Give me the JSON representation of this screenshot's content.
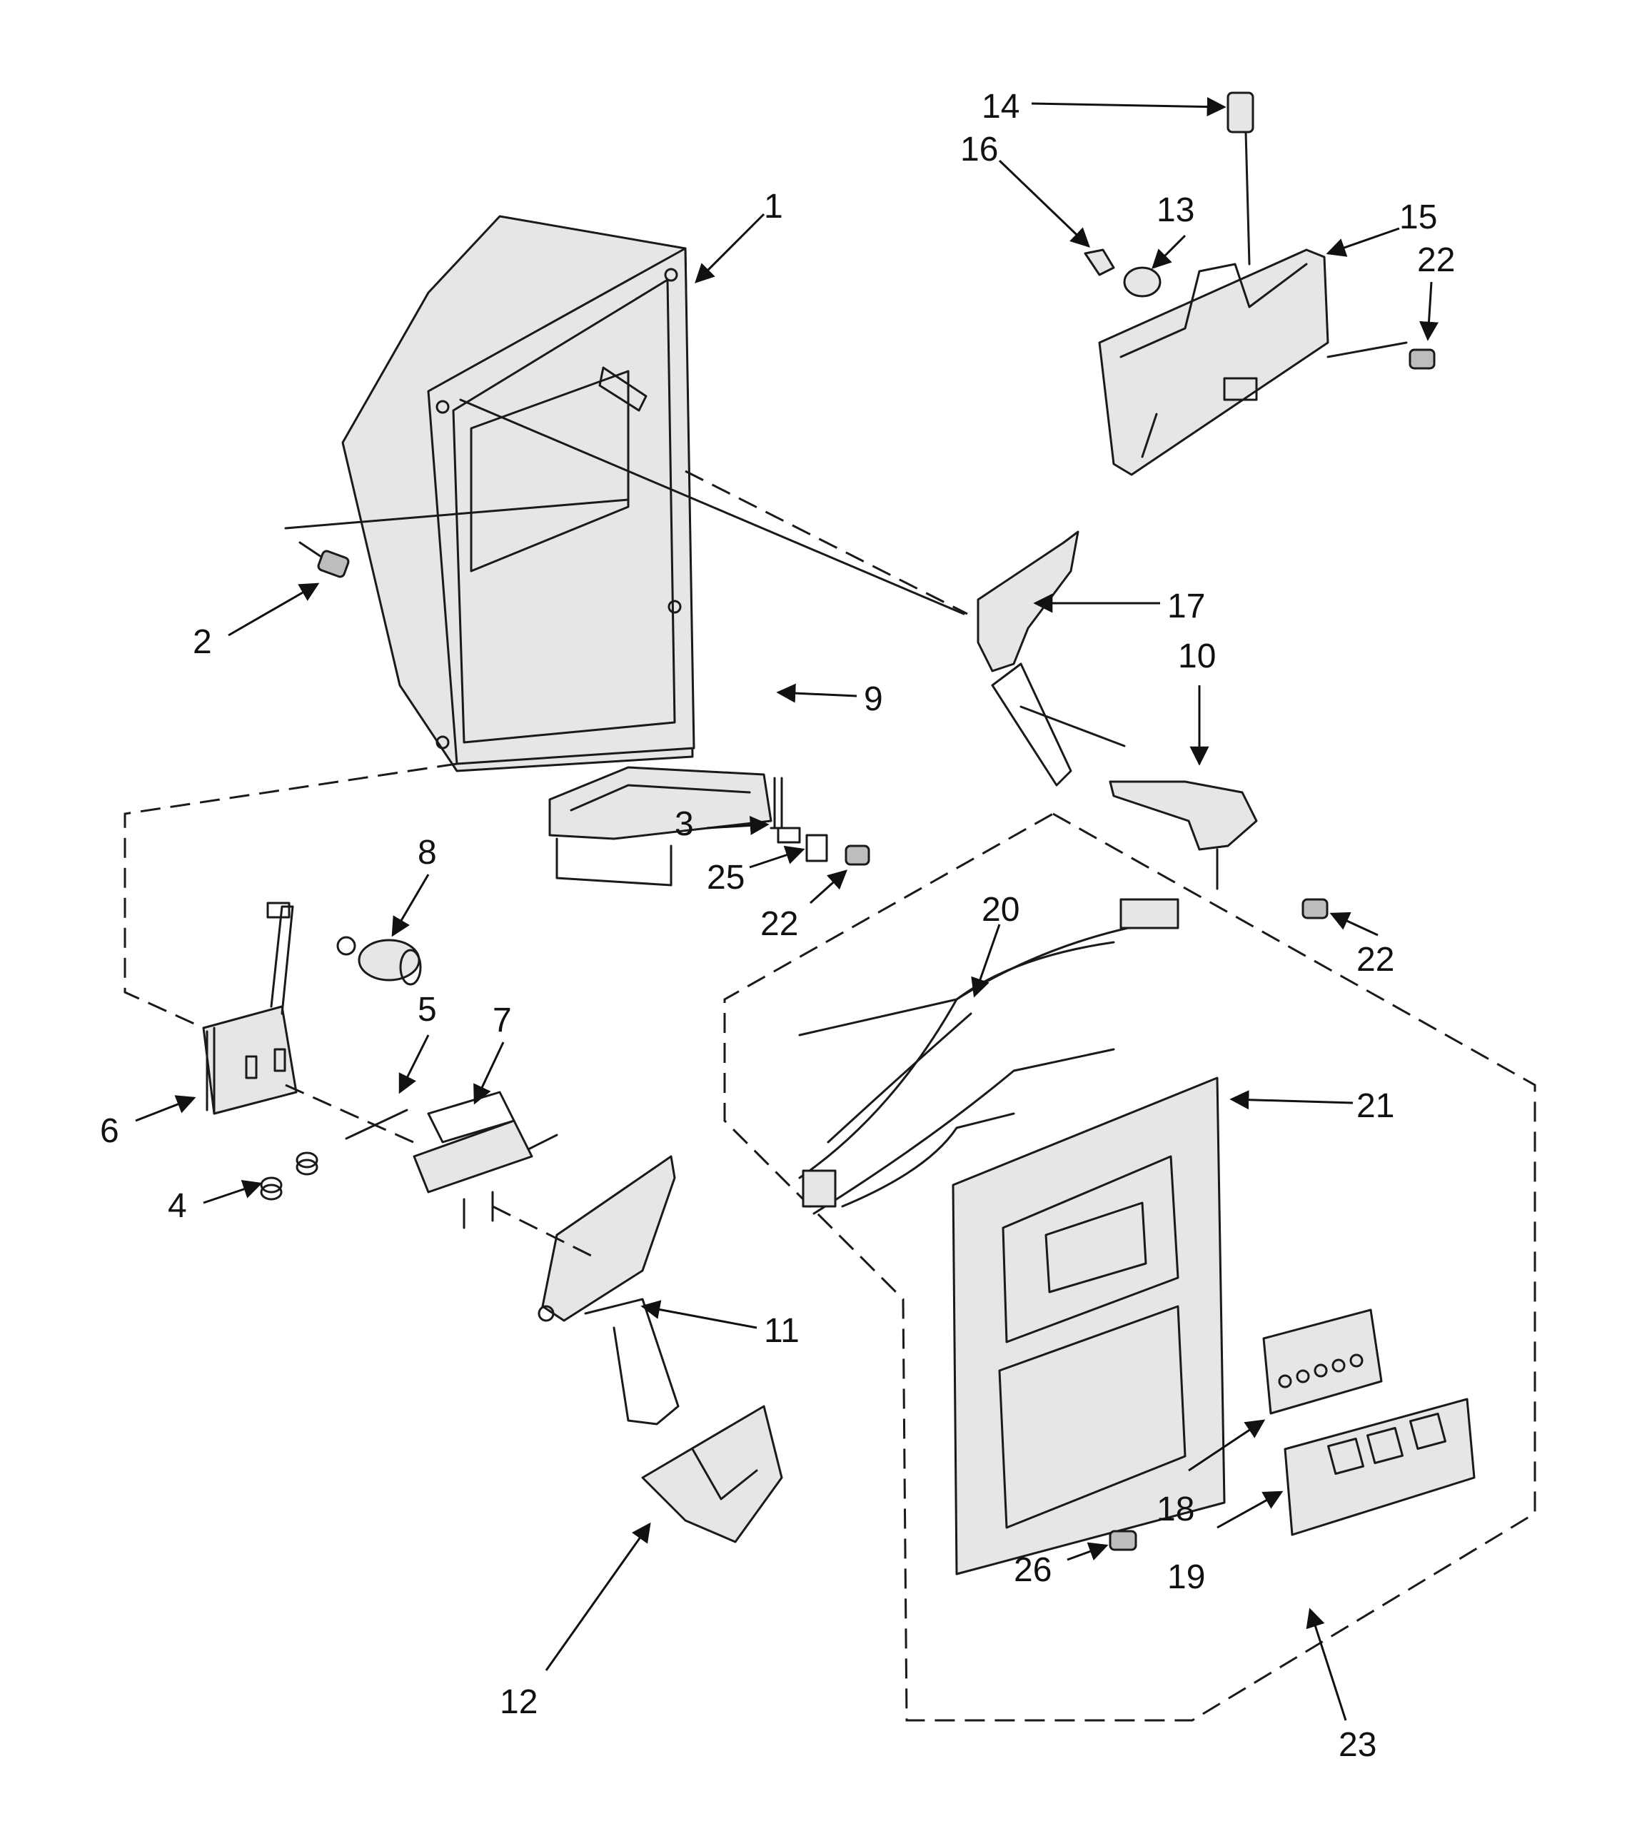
{
  "callouts": [
    "1",
    "2",
    "3",
    "4",
    "5",
    "6",
    "7",
    "8",
    "9",
    "10",
    "11",
    "12",
    "13",
    "14",
    "15",
    "16",
    "17",
    "18",
    "19",
    "20",
    "21",
    "22",
    "22",
    "22",
    "23",
    "25",
    "26"
  ]
}
